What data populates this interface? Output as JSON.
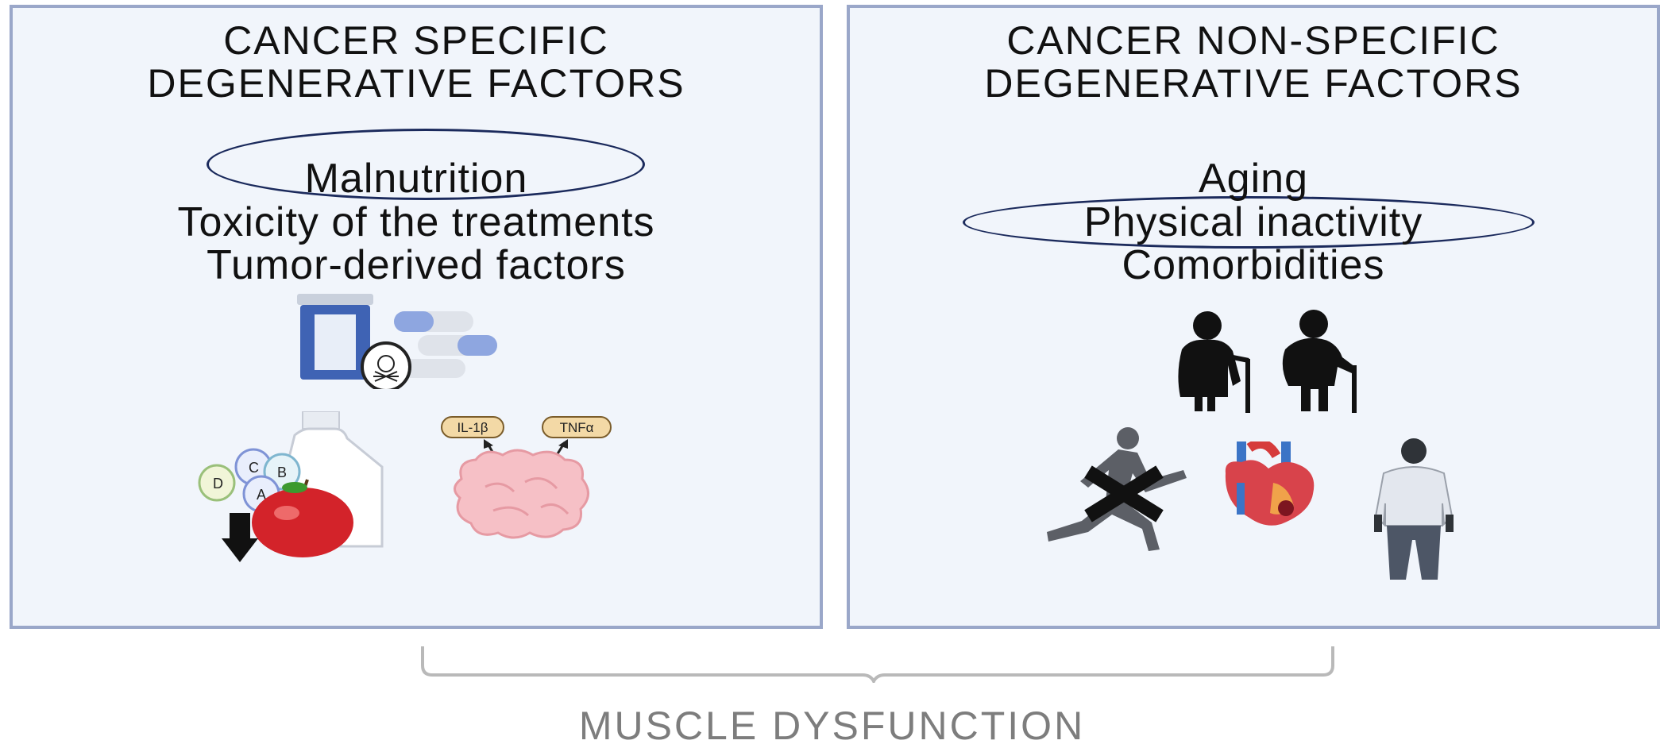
{
  "left_panel": {
    "title_line1": "CANCER SPECIFIC",
    "title_line2": "DEGENERATIVE FACTORS",
    "factors": [
      "Malnutrition",
      "Toxicity of the treatments",
      "Tumor-derived factors"
    ],
    "circled_factor": "Malnutrition",
    "icons": [
      "pill-bottle-icon",
      "pills-icon",
      "toxic-symbol-icon",
      "vitamins-icon",
      "milk-bottle-icon",
      "apple-icon",
      "down-arrow-icon",
      "tumor-icon"
    ],
    "vitamin_labels": [
      "A",
      "B",
      "C",
      "D"
    ],
    "cytokine_labels": [
      "IL-1β",
      "TNFα"
    ]
  },
  "right_panel": {
    "title_line1": "CANCER NON-SPECIFIC",
    "title_line2": "DEGENERATIVE FACTORS",
    "factors": [
      "Aging",
      "Physical inactivity",
      "Comorbidities"
    ],
    "circled_factor": "Physical inactivity",
    "icons": [
      "elderly-woman-icon",
      "elderly-man-icon",
      "runner-crossed-icon",
      "heart-icon",
      "obese-person-icon"
    ]
  },
  "bottom_label": "MUSCLE DYSFUNCTION",
  "colors": {
    "panel_background": "#f1f5fb",
    "panel_border": "#9aa7c9",
    "ellipse": "#1b2a5c",
    "bottom_label": "#7d7d7d"
  }
}
